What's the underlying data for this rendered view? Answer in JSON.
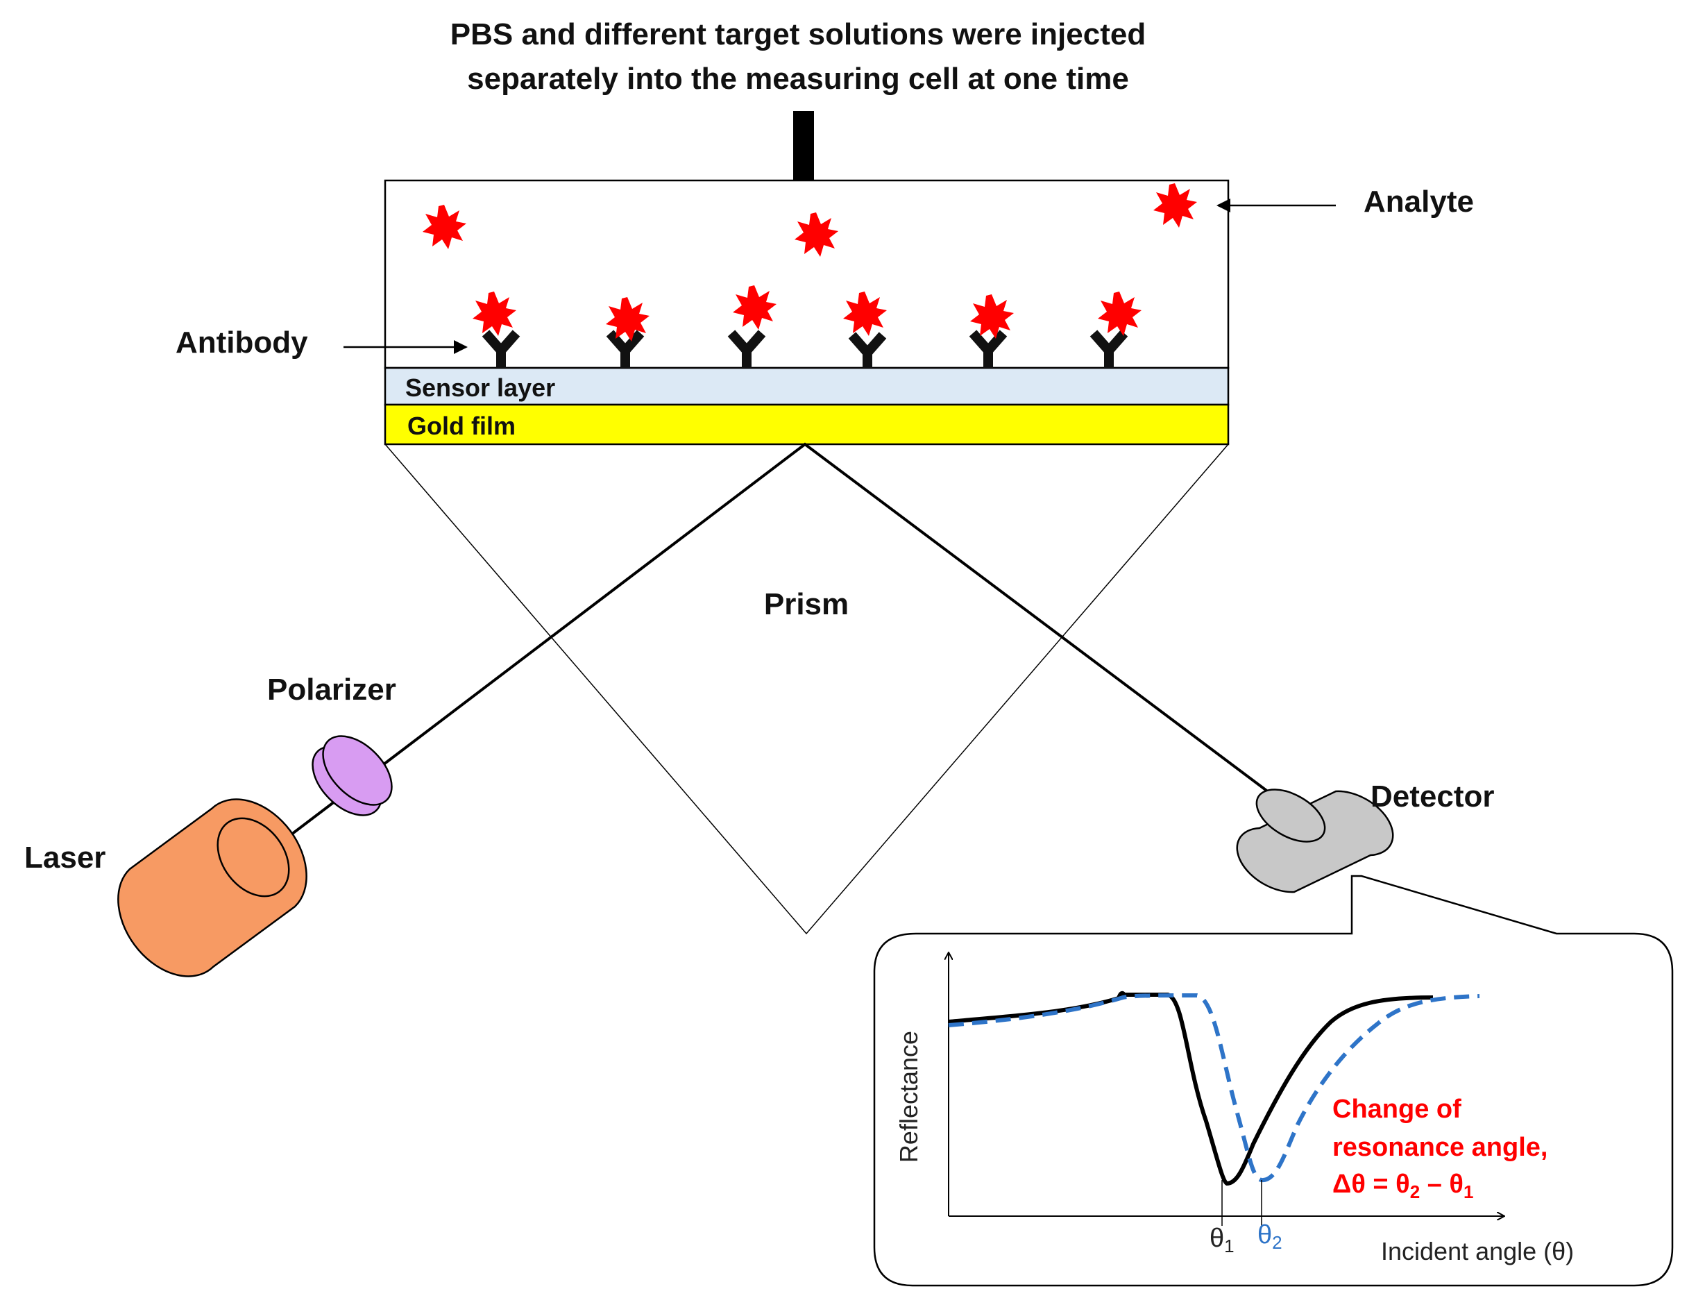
{
  "header": {
    "line1": "PBS and different target solutions were injected",
    "line2": "separately into the measuring cell at one time"
  },
  "labels": {
    "analyte": "Analyte",
    "antibody": "Antibody",
    "sensor_layer": "Sensor layer",
    "gold_film": "Gold film",
    "prism": "Prism",
    "polarizer": "Polarizer",
    "laser": "Laser",
    "detector": "Detector"
  },
  "inset": {
    "ylabel": "Reflectance",
    "xlabel": "Incident angle (θ)",
    "theta1": "θ",
    "theta1_sub": "1",
    "theta2": "θ",
    "theta2_sub": "2",
    "annotation_line1": "Change of",
    "annotation_line2": "resonance angle,",
    "annotation_prefix": "Δθ = θ",
    "annotation_sub2": "2",
    "annotation_mid": " – θ",
    "annotation_sub1": "1"
  },
  "colors": {
    "analyte": "#ff0000",
    "sensor_layer": "#dce9f5",
    "gold_film": "#ffff00",
    "laser": "#f79a63",
    "polarizer": "#d89cf2",
    "detector": "#c8c8c8",
    "curve_before": "#000000",
    "curve_after": "#2e74c8",
    "annotation": "#ff0000"
  }
}
